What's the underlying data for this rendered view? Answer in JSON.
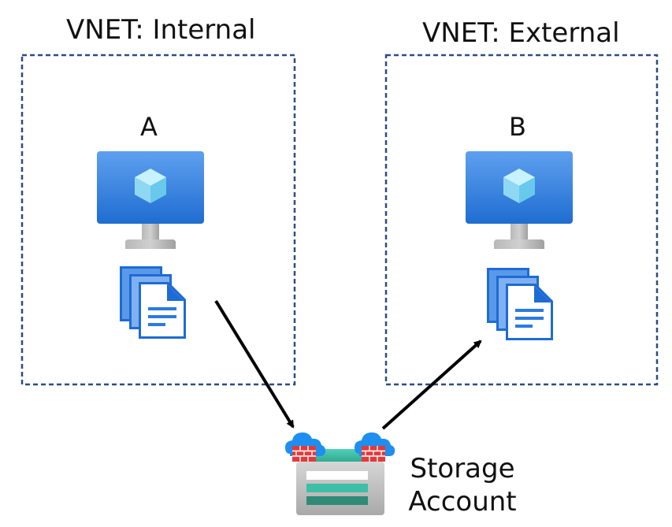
{
  "vnets": {
    "internal": {
      "title": "VNET: Internal",
      "vm_label": "A"
    },
    "external": {
      "title": "VNET: External",
      "vm_label": "B"
    }
  },
  "storage": {
    "line1": "Storage",
    "line2": "Account"
  },
  "edges": [
    {
      "from": "vm-a-files",
      "to": "storage-account"
    },
    {
      "from": "storage-account",
      "to": "vm-b-files"
    }
  ],
  "colors": {
    "border": "#2f4b86",
    "monitor": "#2c7ad6",
    "stand": "#a8a8a8",
    "files": "#1e6bd6",
    "firewall": "#e23b3b",
    "cloud": "#1e8ff0",
    "storage_green": "#3cbfa6",
    "storage_dark": "#2f8a78"
  }
}
